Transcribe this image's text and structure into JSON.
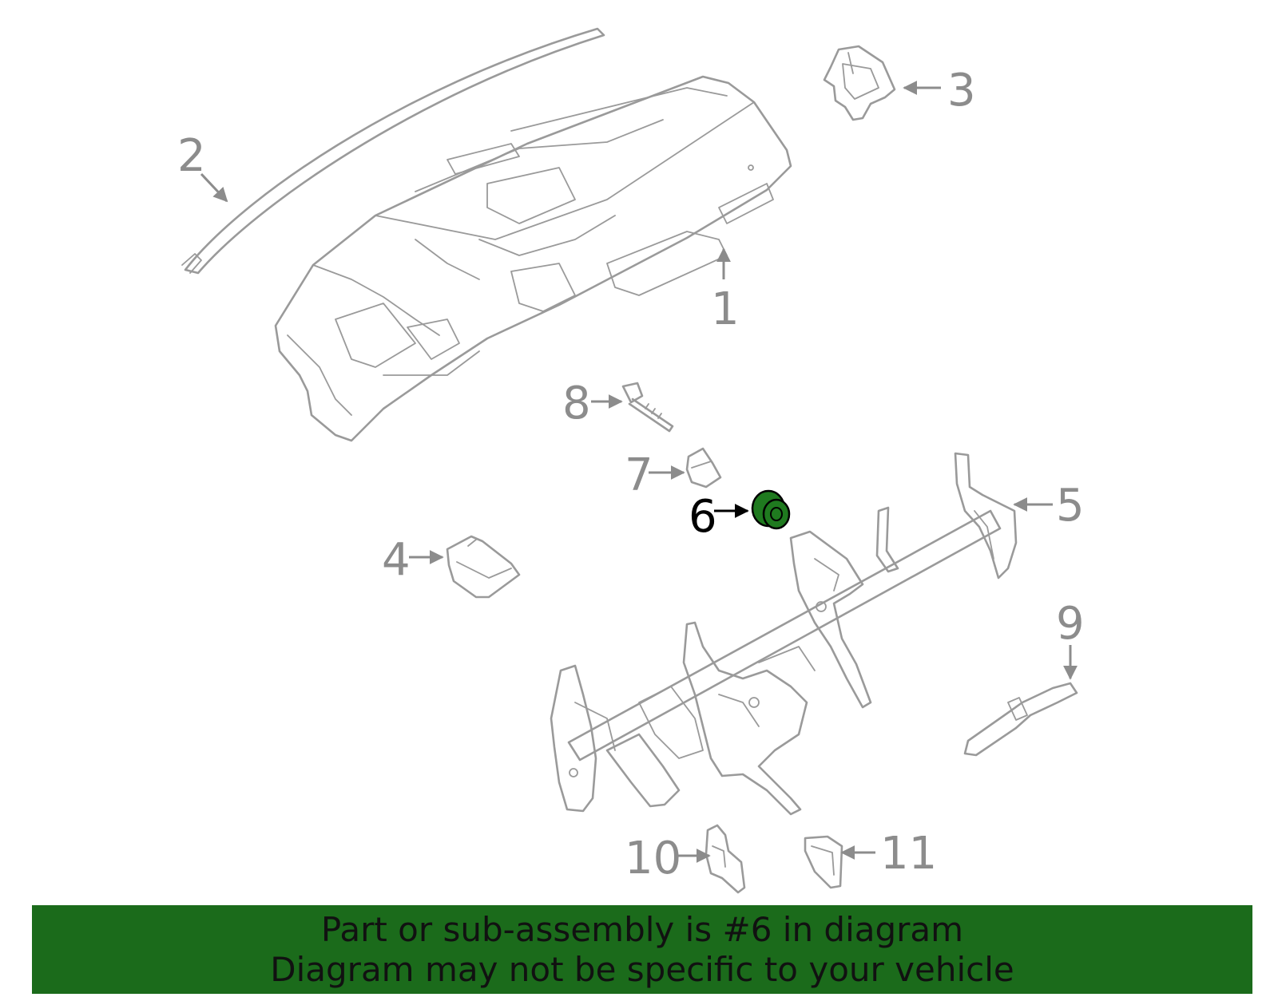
{
  "diagram": {
    "callouts": [
      "1",
      "2",
      "3",
      "4",
      "5",
      "6",
      "7",
      "8",
      "9",
      "10",
      "11"
    ],
    "highlight_callout": "6",
    "colors": {
      "part_stroke": "#9a9a9a",
      "callout_text": "#8c8c8c",
      "highlight_fill": "#1f7a1f",
      "highlight_text": "#000000",
      "banner_bg": "#1b6b1b"
    }
  },
  "banner": {
    "line1": "Part or sub-assembly is #6 in diagram",
    "line2": "Diagram may not be specific to your vehicle"
  }
}
